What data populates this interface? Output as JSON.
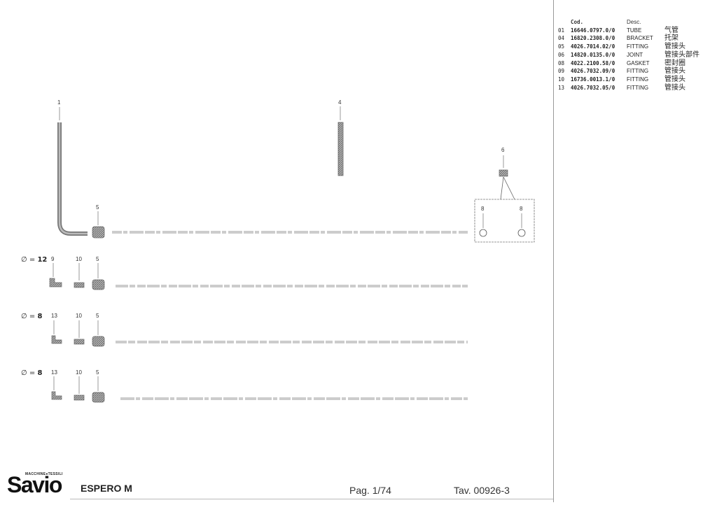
{
  "callouts": {
    "c1": "1",
    "c4": "4",
    "c6": "6",
    "c5a": "5",
    "c8a": "8",
    "c8b": "8",
    "c9": "9",
    "c10a": "10",
    "c5b": "5",
    "c13a": "13",
    "c10b": "10",
    "c5c": "5",
    "c13b": "13",
    "c10c": "10",
    "c5d": "5"
  },
  "diameters": {
    "d1": {
      "symbol": "∅ =",
      "value": "12"
    },
    "d2": {
      "symbol": "∅ =",
      "value": "8"
    },
    "d3": {
      "symbol": "∅ =",
      "value": "8"
    }
  },
  "parts_table": {
    "header_code": "Cod.",
    "header_desc": "Desc.",
    "rows": [
      {
        "no": "01",
        "code": "16646.0797.0/0",
        "desc": "TUBE",
        "cn": "气管"
      },
      {
        "no": "04",
        "code": "16820.2308.0/0",
        "desc": "BRACKET",
        "cn": "托架"
      },
      {
        "no": "05",
        "code": "4026.7014.02/0",
        "desc": "FITTING",
        "cn": "管接头"
      },
      {
        "no": "06",
        "code": "14820.0135.0/0",
        "desc": "JOINT",
        "cn": "管接头部件"
      },
      {
        "no": "08",
        "code": "4022.2100.58/0",
        "desc": "GASKET",
        "cn": "密封圈"
      },
      {
        "no": "09",
        "code": "4026.7032.09/0",
        "desc": "FITTING",
        "cn": "管接头"
      },
      {
        "no": "10",
        "code": "16736.0013.1/0",
        "desc": "FITTING",
        "cn": "管接头"
      },
      {
        "no": "13",
        "code": "4026.7032.05/0",
        "desc": "FITTING",
        "cn": "管接头"
      }
    ]
  },
  "footer": {
    "logo_sub": "MACCHINE●TESSILI",
    "logo_main": "Savio",
    "model": "ESPERO M",
    "page": "Pag. 1/74",
    "tav": "Tav. 00926-3"
  }
}
